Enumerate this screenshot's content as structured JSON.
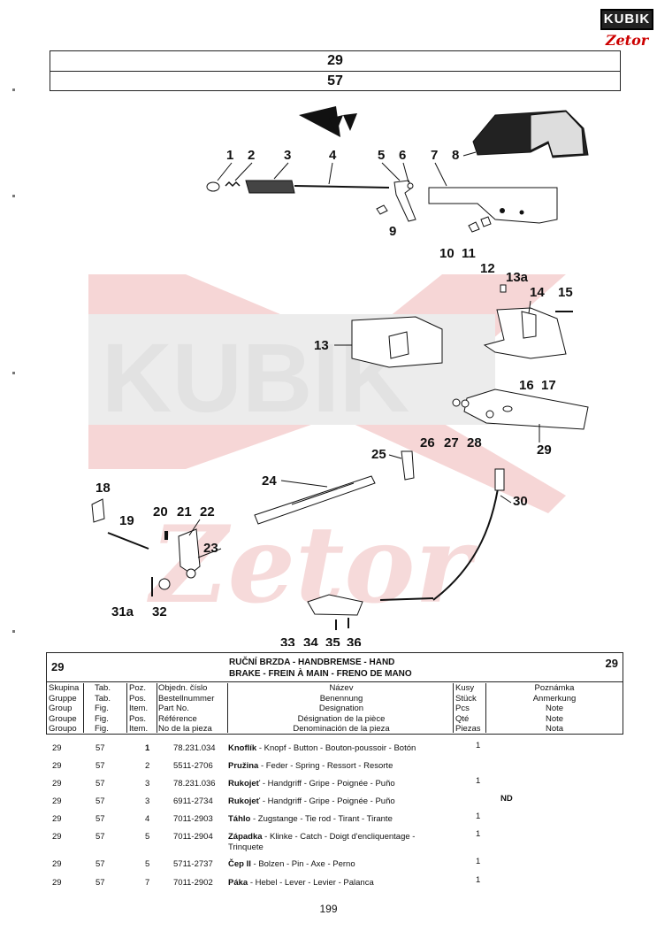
{
  "header": {
    "group": "29",
    "table": "57"
  },
  "logo": {
    "brand": "KUBIK",
    "sub": "Zetor"
  },
  "callouts": [
    "1",
    "2",
    "3",
    "4",
    "5",
    "6",
    "7",
    "8",
    "9",
    "10",
    "11",
    "12",
    "13a",
    "14",
    "15",
    "13",
    "16",
    "17",
    "26",
    "27",
    "28",
    "29",
    "25",
    "24",
    "18",
    "20",
    "21",
    "22",
    "19",
    "23",
    "30",
    "31a",
    "32",
    "33",
    "34",
    "35",
    "36"
  ],
  "table": {
    "group_left": "29",
    "group_right": "29",
    "title_line1": "RUČNÍ BRZDA - HANDBREMSE - HAND",
    "title_line2": "BRAKE - FREIN À MAIN - FRENO DE MANO",
    "columns": {
      "group": [
        "Skupina",
        "Gruppe",
        "Group",
        "Groupe",
        "Groupo"
      ],
      "tab": [
        "Tab.",
        "Tab.",
        "Fig.",
        "Fig.",
        "Fig."
      ],
      "pos": [
        "Poz.",
        "Pos.",
        "Item.",
        "Pos.",
        "Item."
      ],
      "partno": [
        "Objedn. číslo",
        "Bestellnummer",
        "Part No.",
        "Référence",
        "No de la pieza"
      ],
      "name": [
        "Název",
        "Benennung",
        "Designation",
        "Désignation de la pièce",
        "Denominación de la pieza"
      ],
      "qty": [
        "Kusy",
        "Stück",
        "Pcs",
        "Qté",
        "Piezas"
      ],
      "note": [
        "Poznámka",
        "Anmerkung",
        "Note",
        "Note",
        "Nota"
      ]
    },
    "rows": [
      {
        "group": "29",
        "tab": "57",
        "pos": "1",
        "partno": "78.231.034",
        "name_bold": "Knoflík",
        "name_rest": " - Knopf - Button - Bouton-poussoir - Botón",
        "name_line2": "",
        "qty": "1",
        "note": ""
      },
      {
        "group": "29",
        "tab": "57",
        "pos": "2",
        "partno": "5511-2706",
        "name_bold": "Pružina",
        "name_rest": " - Feder - Spring - Ressort - Resorte",
        "name_line2": "",
        "qty": "",
        "note": ""
      },
      {
        "group": "29",
        "tab": "57",
        "pos": "3",
        "partno": "78.231.036",
        "name_bold": "Rukojeť",
        "name_rest": " - Handgriff - Gripe - Poignée - Puño",
        "name_line2": "",
        "qty": "1",
        "note": ""
      },
      {
        "group": "29",
        "tab": "57",
        "pos": "3",
        "partno": "6911-2734",
        "name_bold": "Rukojeť",
        "name_rest": " - Handgriff - Gripe - Poignée - Puño",
        "name_line2": "",
        "qty": "",
        "note": "ND"
      },
      {
        "group": "29",
        "tab": "57",
        "pos": "4",
        "partno": "7011-2903",
        "name_bold": "Táhlo",
        "name_rest": " - Zugstange - Tie rod - Tirant - Tirante",
        "name_line2": "",
        "qty": "1",
        "note": ""
      },
      {
        "group": "29",
        "tab": "57",
        "pos": "5",
        "partno": "7011-2904",
        "name_bold": "Západka",
        "name_rest": " - Klinke - Catch - Doigt d'encliquentage -",
        "name_line2": "Trinquete",
        "qty": "1",
        "note": ""
      },
      {
        "group": "29",
        "tab": "57",
        "pos": "5",
        "partno": "5711-2737",
        "name_bold": "Čep II",
        "name_rest": " - Bolzen - Pin - Axe - Perno",
        "name_line2": "",
        "qty": "1",
        "note": ""
      },
      {
        "group": "29",
        "tab": "57",
        "pos": "7",
        "partno": "7011-2902",
        "name_bold": "Páka",
        "name_rest": " - Hebel - Lever - Levier - Palanca",
        "name_line2": "",
        "qty": "1",
        "note": ""
      }
    ]
  },
  "page_number": "199",
  "colors": {
    "watermark": "#f3c9c9",
    "watermark_grey": "#e6e6e6",
    "ink": "#111111",
    "logo_red": "#cc0000"
  }
}
